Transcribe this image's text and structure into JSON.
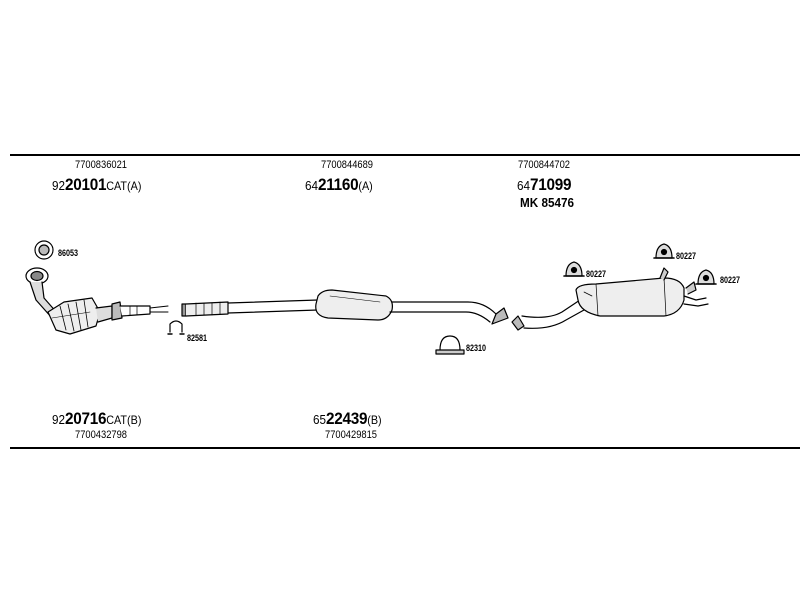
{
  "assemblies": {
    "top": [
      {
        "oe": "7700836021",
        "prefix": "92",
        "main": "20101",
        "suffix": "CAT(A)"
      },
      {
        "oe": "7700844689",
        "prefix": "64",
        "main": "21160",
        "suffix": "(A)"
      },
      {
        "oe": "7700844702",
        "prefix": "64",
        "main": "71099",
        "suffix": "",
        "kit": "MK 85476"
      }
    ],
    "bottom": [
      {
        "oe": "7700432798",
        "prefix": "92",
        "main": "20716",
        "suffix": "CAT(B)"
      },
      {
        "oe": "7700429815",
        "prefix": "65",
        "main": "22439",
        "suffix": "(B)"
      }
    ]
  },
  "accessories": {
    "gasket": "86053",
    "clamp_front": "82581",
    "clamp_middle": "82310",
    "hanger_rear_left": "80227",
    "hanger_rear_top": "80227",
    "hanger_rear_right": "80227"
  }
}
